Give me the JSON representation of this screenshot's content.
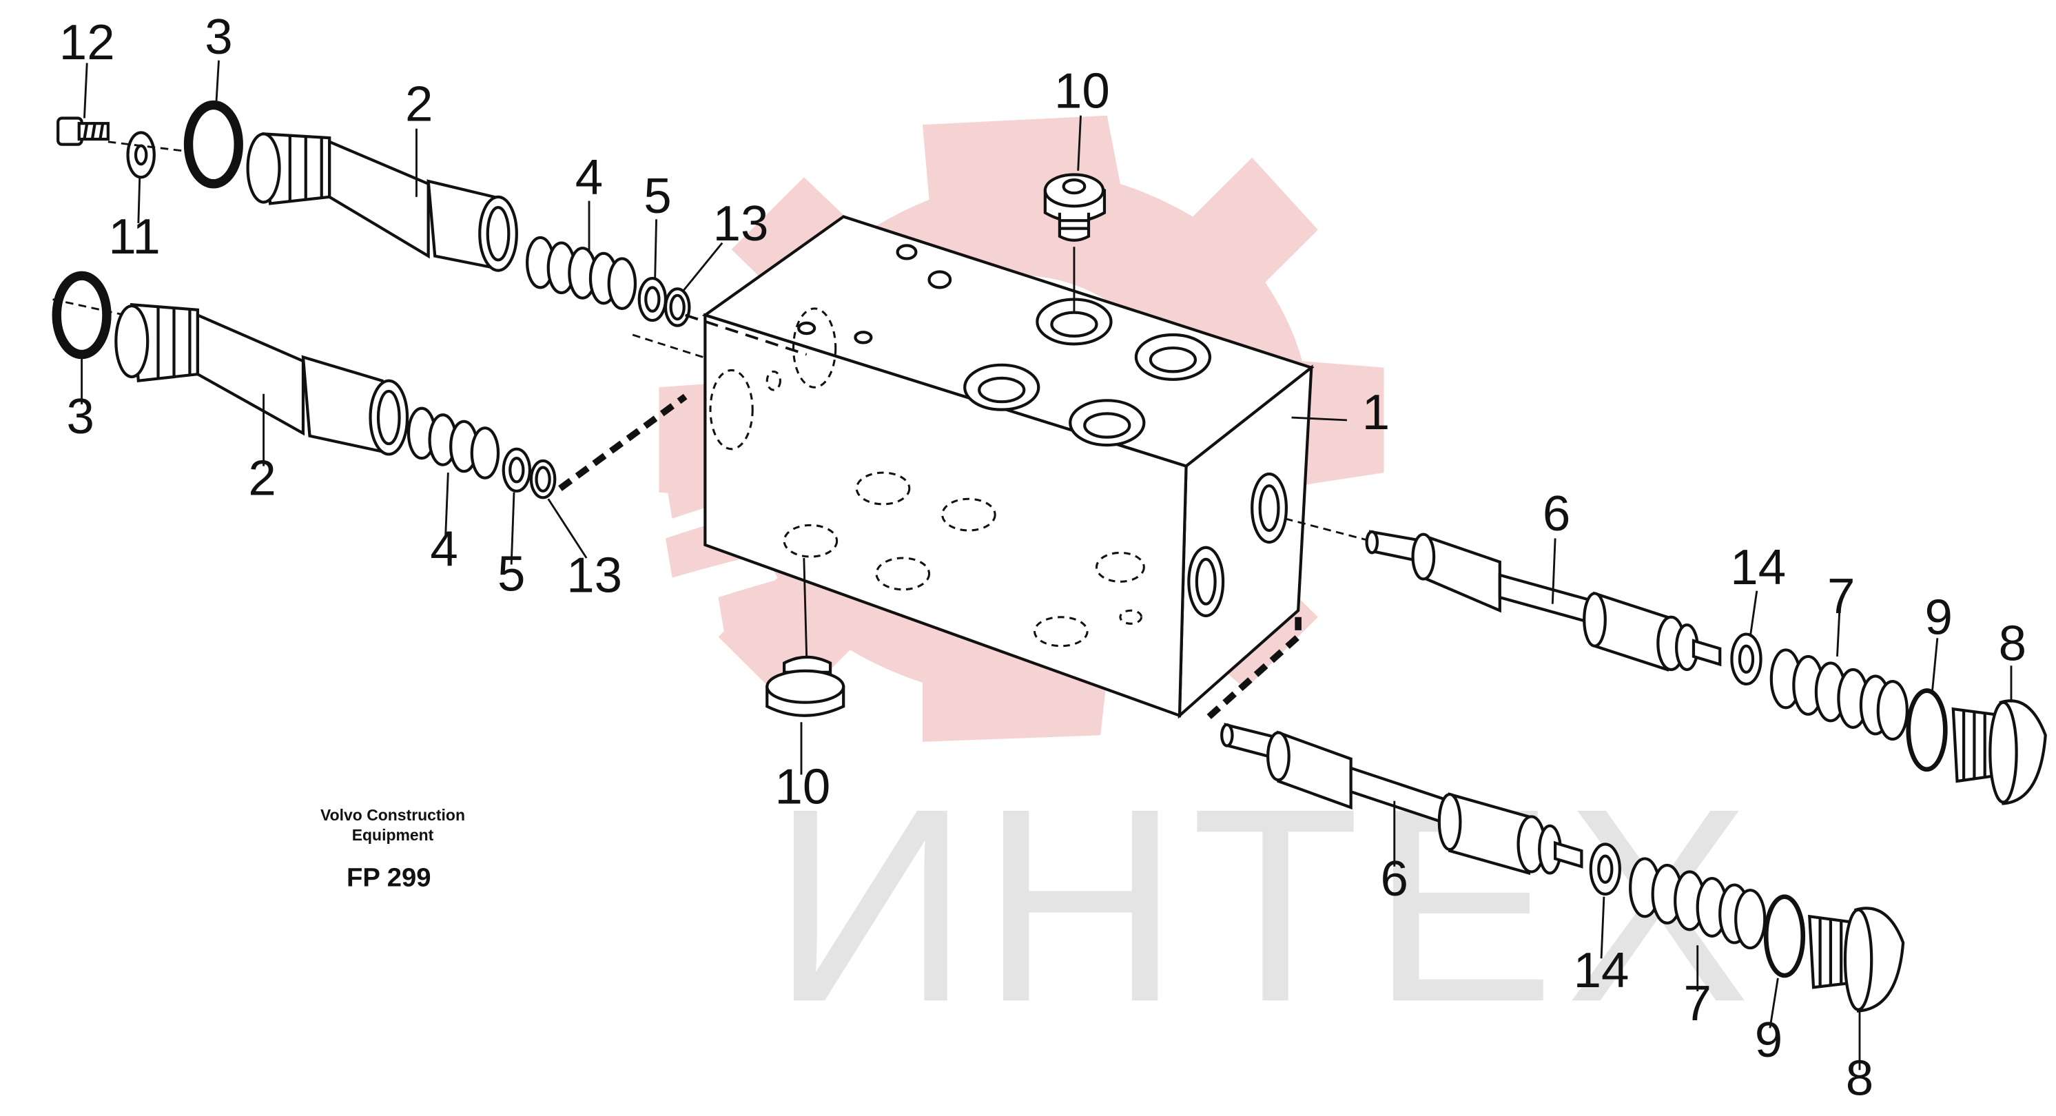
{
  "watermark": {
    "text": "ИНТЕХ",
    "gear_color": "#f6d3d3",
    "text_color": "#e4e4e4"
  },
  "caption": {
    "maker_line1": "Volvo Construction",
    "maker_line2": "Equipment",
    "figure_id": "FP 299"
  },
  "callouts": [
    {
      "id": "c12a",
      "text": "12"
    },
    {
      "id": "c3a",
      "text": "3"
    },
    {
      "id": "c2a",
      "text": "2"
    },
    {
      "id": "c11",
      "text": "11"
    },
    {
      "id": "c4a",
      "text": "4"
    },
    {
      "id": "c5a",
      "text": "5"
    },
    {
      "id": "c13a",
      "text": "13"
    },
    {
      "id": "c3b",
      "text": "3"
    },
    {
      "id": "c2b",
      "text": "2"
    },
    {
      "id": "c4b",
      "text": "4"
    },
    {
      "id": "c5b",
      "text": "5"
    },
    {
      "id": "c13b",
      "text": "13"
    },
    {
      "id": "c10a",
      "text": "10"
    },
    {
      "id": "c10b",
      "text": "10"
    },
    {
      "id": "c1",
      "text": "1"
    },
    {
      "id": "c6a",
      "text": "6"
    },
    {
      "id": "c14a",
      "text": "14"
    },
    {
      "id": "c7a",
      "text": "7"
    },
    {
      "id": "c9a",
      "text": "9"
    },
    {
      "id": "c8a",
      "text": "8"
    },
    {
      "id": "c6b",
      "text": "6"
    },
    {
      "id": "c14b",
      "text": "14"
    },
    {
      "id": "c7b",
      "text": "7"
    },
    {
      "id": "c9b",
      "text": "9"
    },
    {
      "id": "c8b",
      "text": "8"
    }
  ]
}
